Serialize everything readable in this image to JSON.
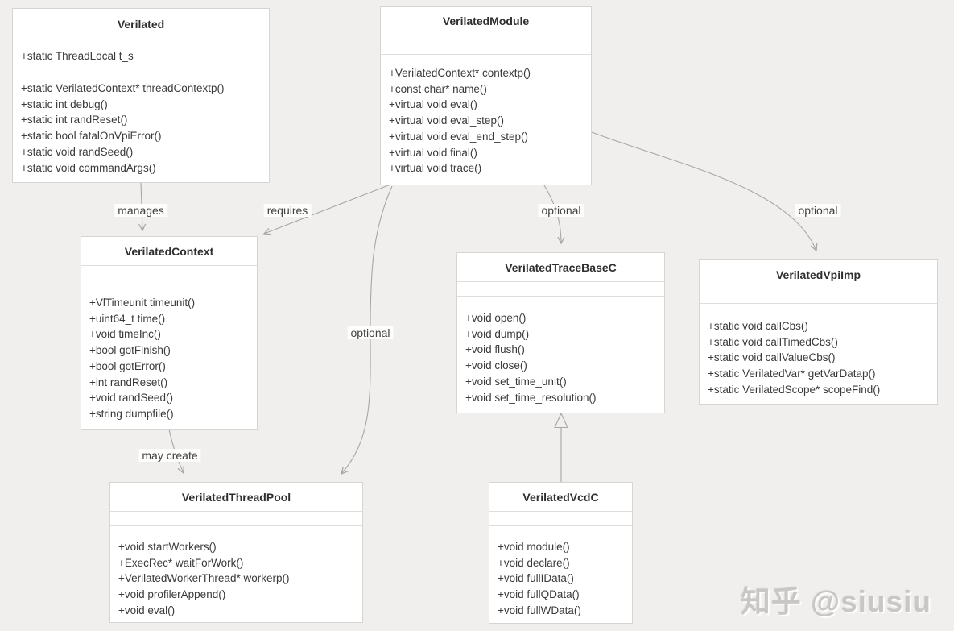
{
  "diagram_type": "uml-class-diagram",
  "colors": {
    "background": "#f0efee",
    "box_fill": "#ffffff",
    "box_border": "#d7d5d2",
    "edge_line": "#a9a7a5",
    "text": "#3a3a3a",
    "watermark": "#c9c7c5"
  },
  "classes": [
    {
      "name": "Verilated",
      "attributes": [
        "+static ThreadLocal t_s"
      ],
      "methods": [
        "+static VerilatedContext* threadContextp()",
        "+static int debug()",
        "+static int randReset()",
        "+static bool fatalOnVpiError()",
        "+static void randSeed()",
        "+static void commandArgs()"
      ]
    },
    {
      "name": "VerilatedModule",
      "attributes": [],
      "methods": [
        "+VerilatedContext* contextp()",
        "+const char* name()",
        "+virtual void eval()",
        "+virtual void eval_step()",
        "+virtual void eval_end_step()",
        "+virtual void final()",
        "+virtual void trace()"
      ]
    },
    {
      "name": "VerilatedContext",
      "attributes": [],
      "methods": [
        "+VlTimeunit timeunit()",
        "+uint64_t time()",
        "+void timeInc()",
        "+bool gotFinish()",
        "+bool gotError()",
        "+int randReset()",
        "+void randSeed()",
        "+string dumpfile()"
      ]
    },
    {
      "name": "VerilatedTraceBaseC",
      "attributes": [],
      "methods": [
        "+void open()",
        "+void dump()",
        "+void flush()",
        "+void close()",
        "+void set_time_unit()",
        "+void set_time_resolution()"
      ]
    },
    {
      "name": "VerilatedVpiImp",
      "attributes": [],
      "methods": [
        "+static void callCbs()",
        "+static void callTimedCbs()",
        "+static void callValueCbs()",
        "+static VerilatedVar* getVarDatap()",
        "+static VerilatedScope* scopeFind()"
      ]
    },
    {
      "name": "VerilatedThreadPool",
      "attributes": [],
      "methods": [
        "+void startWorkers()",
        "+ExecRec* waitForWork()",
        "+VerilatedWorkerThread* workerp()",
        "+void profilerAppend()",
        "+void eval()"
      ]
    },
    {
      "name": "VerilatedVcdC",
      "attributes": [],
      "methods": [
        "+void module()",
        "+void declare()",
        "+void fullIData()",
        "+void fullQData()",
        "+void fullWData()"
      ]
    }
  ],
  "connections": [
    {
      "from": "Verilated",
      "to": "VerilatedContext",
      "label": "manages",
      "type": "directed"
    },
    {
      "from": "VerilatedModule",
      "to": "VerilatedContext",
      "label": "requires",
      "type": "directed"
    },
    {
      "from": "VerilatedModule",
      "to": "VerilatedTraceBaseC",
      "label": "optional",
      "type": "directed"
    },
    {
      "from": "VerilatedModule",
      "to": "VerilatedVpiImp",
      "label": "optional",
      "type": "directed"
    },
    {
      "from": "VerilatedModule",
      "to": "VerilatedThreadPool",
      "label": "optional",
      "type": "directed"
    },
    {
      "from": "VerilatedContext",
      "to": "VerilatedThreadPool",
      "label": "may create",
      "type": "directed"
    },
    {
      "from": "VerilatedVcdC",
      "to": "VerilatedTraceBaseC",
      "label": "",
      "type": "inheritance"
    }
  ],
  "watermark": {
    "text": "知乎 @siusiu"
  }
}
